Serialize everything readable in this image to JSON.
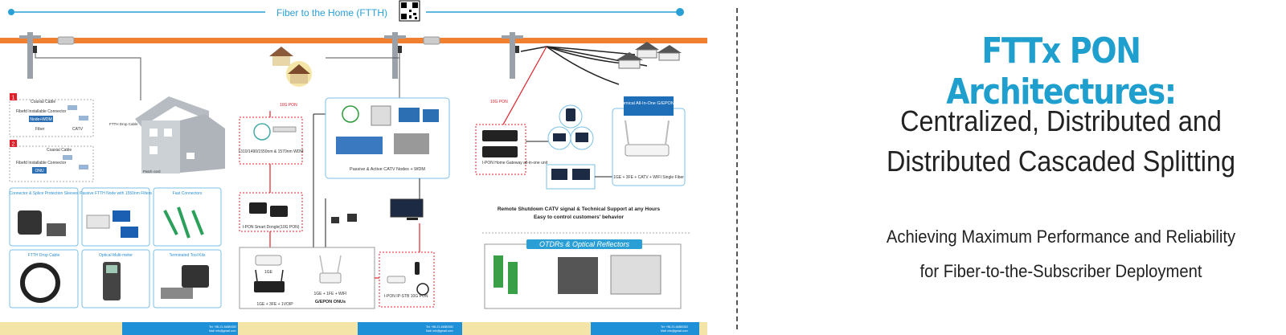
{
  "diagram": {
    "header": "Fiber to the Home (FTTH)",
    "left_panel": {
      "step1": "1",
      "step2": "2",
      "coaxial_cable": "Coaxial Cable",
      "fiber": "Fiber",
      "field_installable_connector": "Fibefd Installable Connector",
      "catv": "CATV",
      "node_wdm": "Node+WDM",
      "onu": "ONU",
      "ftth_drop_cable": "FTTH Drop Cable",
      "patch_cord": "Patch cord"
    },
    "cards": [
      {
        "label": "Connector & Splice Protection Sleeves"
      },
      {
        "label": "Passive FTTH Node with 1550nm Filters"
      },
      {
        "label": "Fast Connectors"
      },
      {
        "label": "FTTH Drop Cable"
      },
      {
        "label": "Optical Multi-meter"
      },
      {
        "label": "Terminated Tool Kits"
      }
    ],
    "pon_label_1": "10G PON",
    "pon_label_2": "10G PON",
    "wdm_label": "1310/1490/1550nm & 1570nm WDM",
    "dongle_label": "I-PON Smart Dongle(10G PON)",
    "catv_nodes_label": "Passive & Active CATV Nodes + WDM",
    "onu_1ge": "1GE",
    "onu_3fe_voip": "1GE + 3FE + 1VOIP",
    "onu_wifi": "1GE + 1FE + WIFI",
    "gepon_onus": "G/EPON ONUs",
    "stb_label": "I-PON IP-STB 10G PON",
    "gateway_label": "I-PON Home Gateway all-in-one unit",
    "economical_label": "Economical All-In-One G/EPON ONU",
    "onu_wifi_single": "1GE + 3FE + CATV + WIFI Single Fiber",
    "remote_line1": "Remote Shutdown CATV signal & Technical Support at any Hours",
    "remote_line2": "Easy to control customers' behavior",
    "otdr_label": "OTDRs & Optical Reflectors",
    "footer_tel": "Tel: +86-21-64883352",
    "footer_mail": "Mail: info@gmail.com"
  },
  "right_panel": {
    "title": "FTTx PON Architectures:",
    "subtitle_line1": "Centralized, Distributed and",
    "subtitle_line2": "Distributed Cascaded Splitting",
    "tagline_line1": "Achieving Maximum Performance and Reliability",
    "tagline_line2": "for Fiber-to-the-Subscriber Deployment"
  },
  "colors": {
    "accent": "#1f9fce",
    "fiber_orange": "#f08030",
    "red_link": "#e0202a",
    "card_border": "#7ac0e6",
    "footer_blue": "#1e90d8",
    "footer_yellow": "#f4e4a8"
  }
}
